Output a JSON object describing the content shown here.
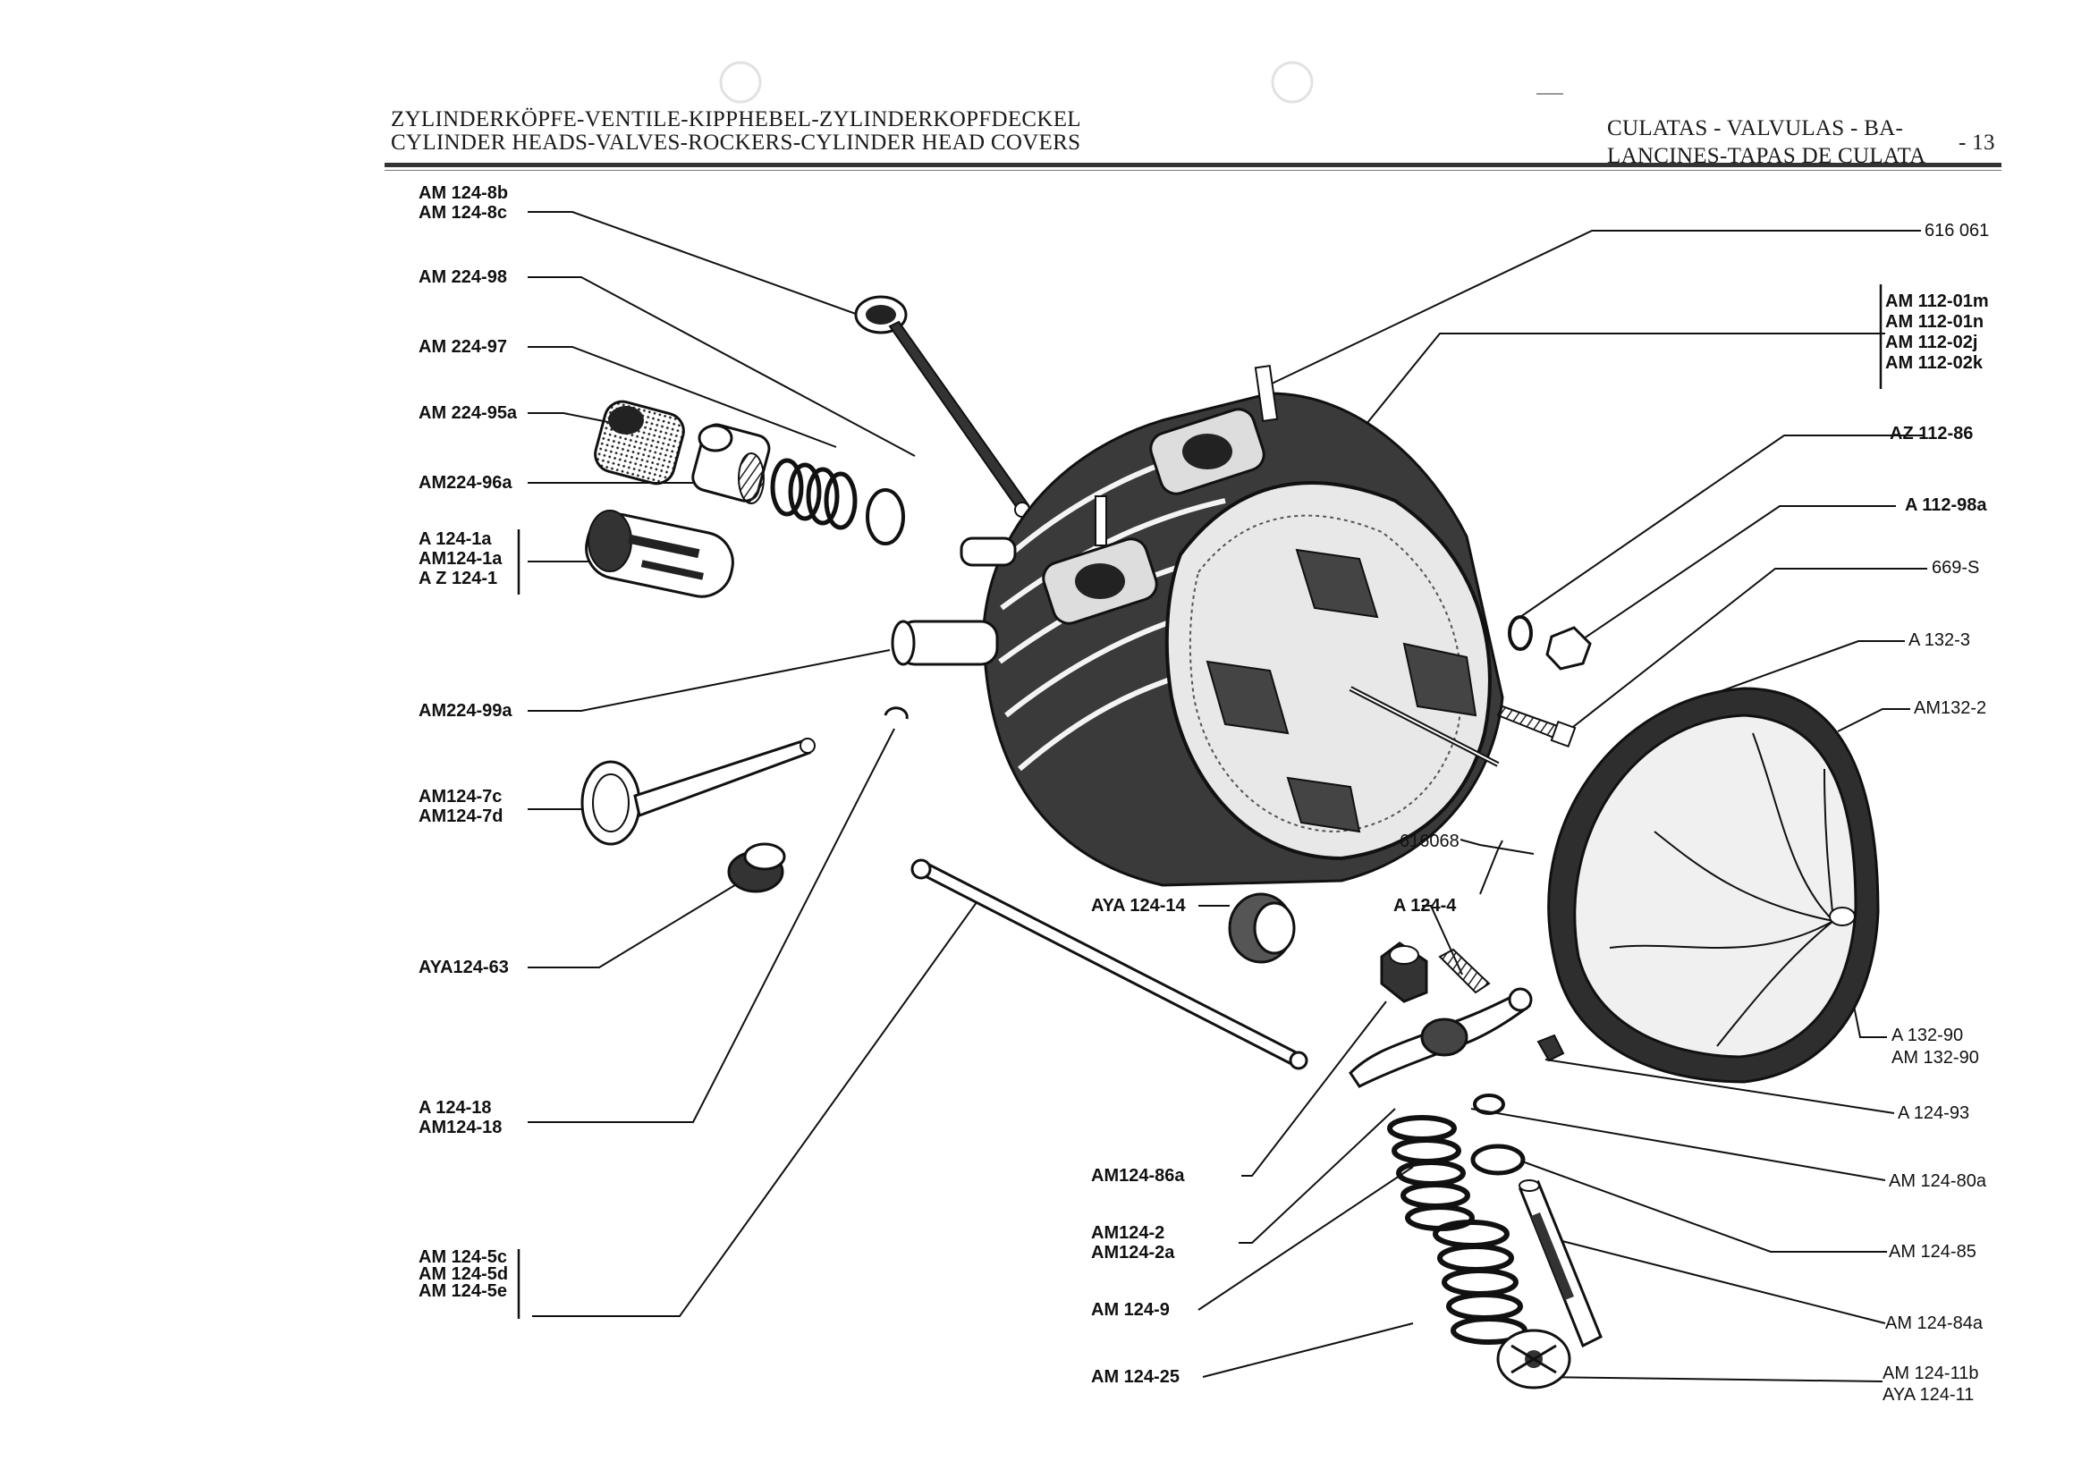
{
  "header": {
    "left_line1": "ZYLINDERKÖPFE-VENTILE-KIPPHEBEL-ZYLINDERKOPFDECKEL",
    "left_line2": "CYLINDER HEADS-VALVES-ROCKERS-CYLINDER HEAD COVERS",
    "right_line1": "CULATAS - VALVULAS - BA-",
    "right_line2": "LANCINES-TAPAS DE CULATA",
    "page_number": "- 13"
  },
  "parts_left": [
    {
      "lines": [
        "AM 124-8b",
        "AM 124-8c"
      ]
    },
    {
      "lines": [
        "AM 224-98"
      ]
    },
    {
      "lines": [
        "AM 224-97"
      ]
    },
    {
      "lines": [
        "AM 224-95a"
      ]
    },
    {
      "lines": [
        "AM224-96a"
      ]
    },
    {
      "lines": [
        "A  124-1a",
        "AM124-1a",
        "A Z 124-1"
      ]
    },
    {
      "lines": [
        "AM224-99a"
      ]
    },
    {
      "lines": [
        "AM124-7c",
        "AM124-7d"
      ]
    },
    {
      "lines": [
        "AYA124-63"
      ]
    },
    {
      "lines": [
        "A  124-18",
        "AM124-18"
      ]
    },
    {
      "lines": [
        "AM 124-5c",
        "AM 124-5d",
        "AM 124-5e"
      ]
    }
  ],
  "parts_center": [
    {
      "lines": [
        "AYA 124-14"
      ]
    },
    {
      "lines": [
        "616068"
      ]
    },
    {
      "lines": [
        "A 124-4"
      ]
    },
    {
      "lines": [
        "AM124-86a"
      ]
    },
    {
      "lines": [
        "AM124-2",
        "AM124-2a"
      ]
    },
    {
      "lines": [
        "AM 124-9"
      ]
    },
    {
      "lines": [
        "AM 124-25"
      ]
    }
  ],
  "parts_right": [
    {
      "lines": [
        "616 061"
      ]
    },
    {
      "lines": [
        "AM 112-01m",
        "AM 112-01n",
        "AM 112-02j",
        "AM 112-02k"
      ]
    },
    {
      "lines": [
        "AZ 112-86"
      ]
    },
    {
      "lines": [
        "A  112-98a"
      ]
    },
    {
      "lines": [
        "669-S"
      ]
    },
    {
      "lines": [
        "A  132-3"
      ]
    },
    {
      "lines": [
        "AM132-2"
      ]
    },
    {
      "lines": [
        "A  132-90",
        "AM 132-90"
      ]
    },
    {
      "lines": [
        "A  124-93"
      ]
    },
    {
      "lines": [
        "AM 124-80a"
      ]
    },
    {
      "lines": [
        "AM 124-85"
      ]
    },
    {
      "lines": [
        "AM 124-84a"
      ]
    },
    {
      "lines": [
        "AM  124-11b",
        "AYA  124-11"
      ]
    }
  ],
  "colors": {
    "ink": "#111111",
    "rule": "#333333",
    "paper": "#ffffff"
  }
}
